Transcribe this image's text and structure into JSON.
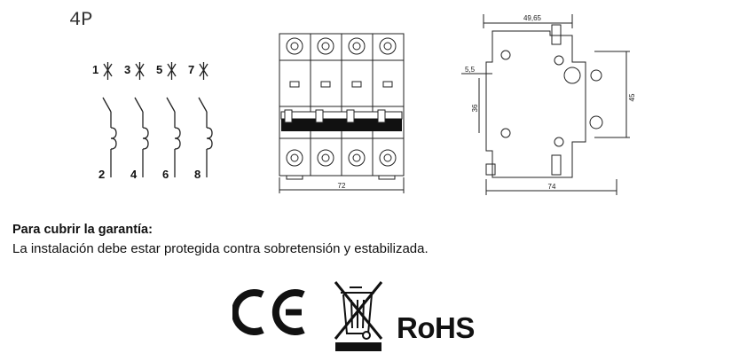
{
  "diagram": {
    "title": "4P",
    "terminals_top": [
      "1",
      "3",
      "5",
      "7"
    ],
    "terminals_bottom": [
      "2",
      "4",
      "6",
      "8"
    ],
    "front_width": "72",
    "side_top": "49,65",
    "side_left_small": "5,5",
    "side_inner_height": "36",
    "side_height": "45",
    "side_depth": "74"
  },
  "warranty": {
    "heading": "Para cubrir la garantía:",
    "text": "La instalación debe estar protegida contra sobretensión y estabilizada."
  },
  "certifications": {
    "rohs": "RoHS"
  },
  "icons": [
    "ce-mark-icon",
    "weee-crossed-bin-icon"
  ]
}
